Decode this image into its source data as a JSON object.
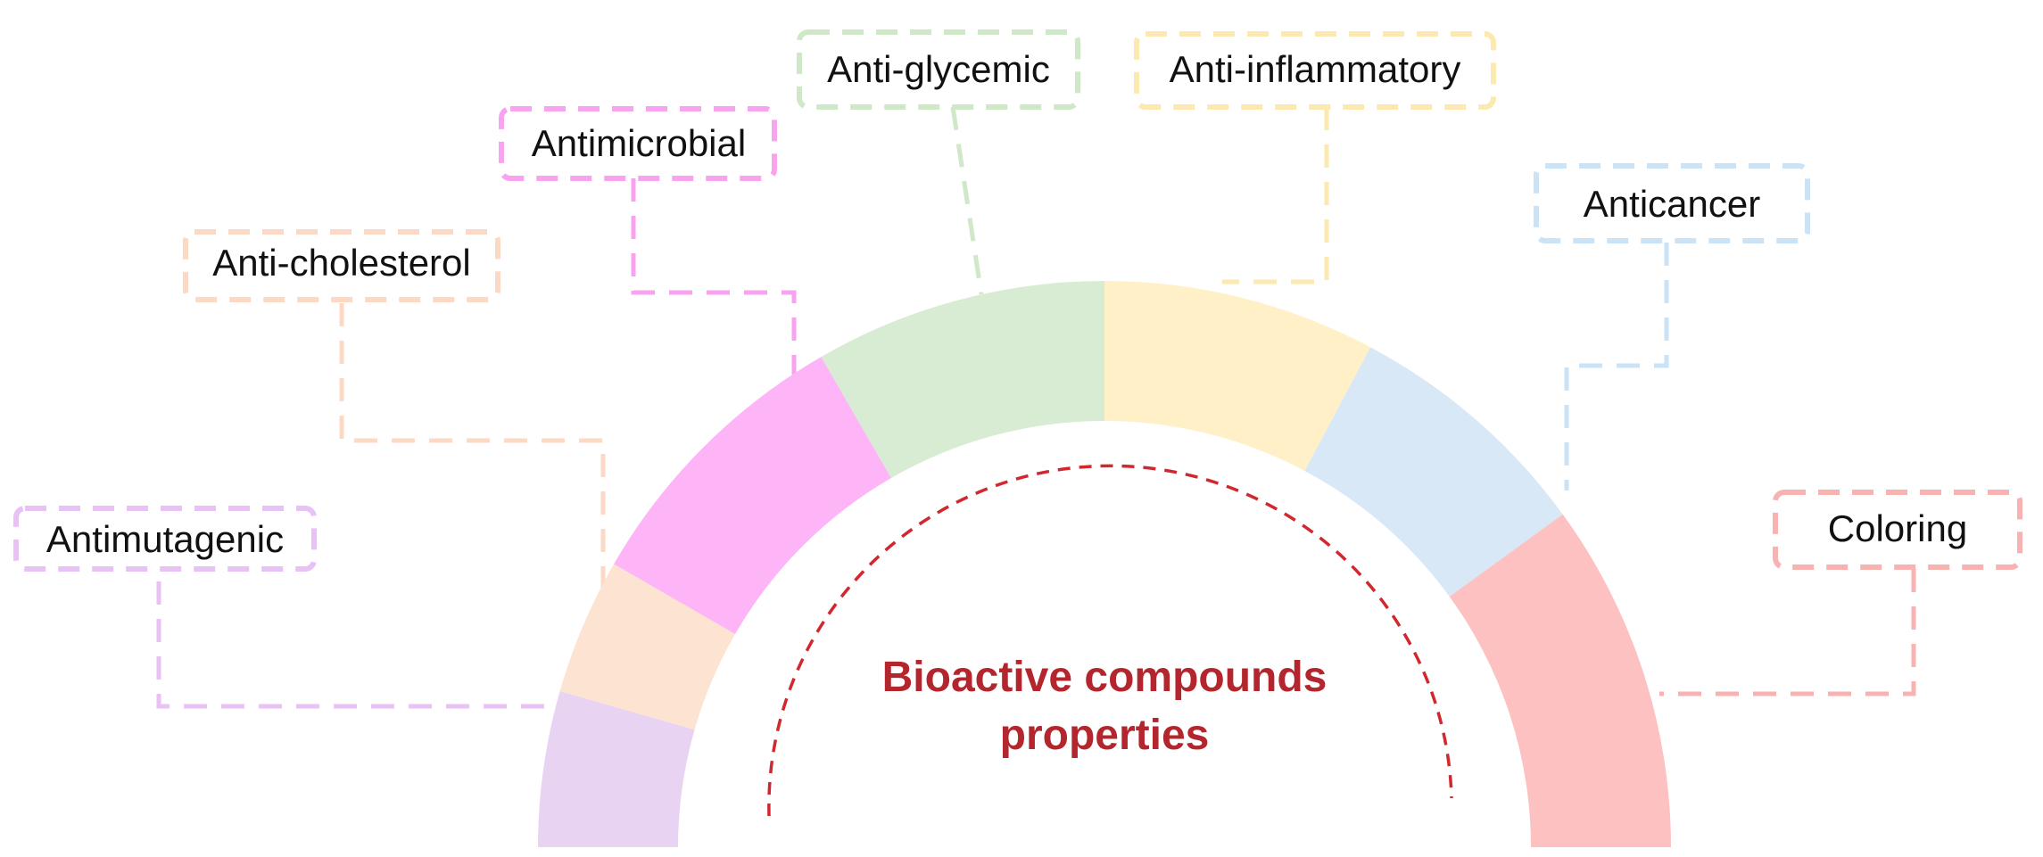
{
  "diagram": {
    "center_title_line1": "Bioactive compounds",
    "center_title_line2": "properties",
    "center_color": "#b3262e",
    "segments": [
      {
        "key": "antimutagenic",
        "label": "Antimutagenic",
        "color": "#e9d3f3",
        "border": "#e9c2f5"
      },
      {
        "key": "anti-cholesterol",
        "label": "Anti-cholesterol",
        "color": "#fde3d2",
        "border": "#fcd9c4"
      },
      {
        "key": "antimicrobial",
        "label": "Antimicrobial",
        "color": "#fdb5f7",
        "border": "#f7a3f0"
      },
      {
        "key": "anti-glycemic",
        "label": "Anti-glycemic",
        "color": "#d8ecd3",
        "border": "#cfe8c7"
      },
      {
        "key": "anti-inflammatory",
        "label": "Anti-inflammatory",
        "color": "#fff0c8",
        "border": "#fbe9b0"
      },
      {
        "key": "anticancer",
        "label": "Anticancer",
        "color": "#d9e8f6",
        "border": "#cbe3f6"
      },
      {
        "key": "coloring",
        "label": "Coloring",
        "color": "#fdc1c1",
        "border": "#f9b2b2"
      }
    ]
  }
}
